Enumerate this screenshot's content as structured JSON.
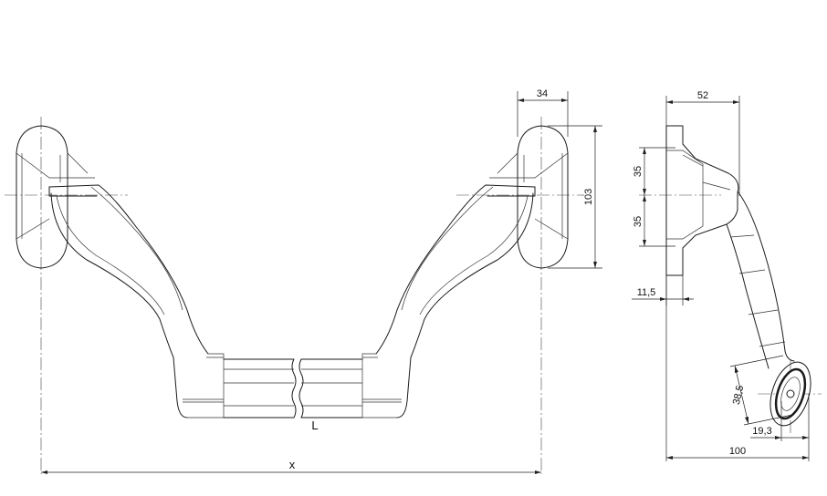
{
  "dimensions": {
    "d34": "34",
    "d103": "103",
    "d52": "52",
    "d35_upper": "35",
    "d35_lower": "35",
    "d11_5": "11,5",
    "d38_5": "38,5",
    "d19_3": "19,3",
    "d100": "100",
    "length_L": "L",
    "overall_x": "x"
  }
}
